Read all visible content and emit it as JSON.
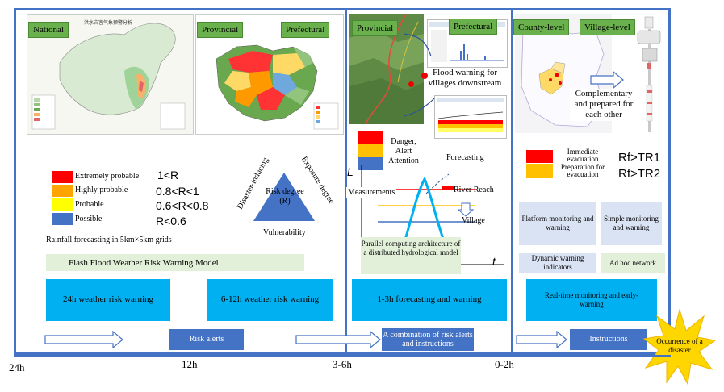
{
  "levels": {
    "national": "National",
    "provincial_a": "Provincial",
    "prefectural_a": "Prefectural",
    "provincial_b": "Provincial",
    "prefectural_b": "Prefectural",
    "county": "County-level",
    "village": "Village-level"
  },
  "risk_legend": [
    {
      "label": "Extremely probable",
      "formula": "1<R",
      "color": "#ff0000"
    },
    {
      "label": "Highly probable",
      "formula": "0.8<R<1",
      "color": "#ffa500"
    },
    {
      "label": "Probable",
      "formula": "0.6<R<0.8",
      "color": "#ffff00"
    },
    {
      "label": "Possible",
      "formula": "R<0.6",
      "color": "#4472c4"
    }
  ],
  "rainfall_note": "Rainfall forecasting in 5km×5km grids",
  "triangle": {
    "center": "Risk degree (R)",
    "left": "Disaster-inducing",
    "right": "Exposure degree",
    "bottom": "Vulnerability"
  },
  "model_bar": "Flash Flood Weather Risk Warning Model",
  "boxes": {
    "w24": "24h weather risk warning",
    "w612": "6-12h weather risk warning",
    "f13": "1-3h forecasting and warning",
    "realtime": "Real-time monitoring and early-warning"
  },
  "alerts": {
    "risk_alerts": "Risk alerts",
    "combination": "A combination of risk alerts and instructions",
    "instructions": "Instructions",
    "occurrence": "Occurrence of a disaster"
  },
  "panel3": {
    "flood_warning": "Flood warning for villages downstream",
    "danger_legend": "Danger, Alert Attention",
    "forecasting": "Forecasting",
    "measurements": "Measurements",
    "river_reach": "River Reach",
    "village": "Village",
    "axis_l": "L",
    "axis_t": "t",
    "parallel": "Parallel computing architecture of a distributed hydrological model"
  },
  "panel4": {
    "complementary": "Complementary and prepared for each other",
    "immediate": "Immediate evacuation",
    "preparation": "Preparation for evacuation",
    "rf1": "Rf>TR1",
    "rf2": "Rf>TR2",
    "platform": "Platform monitoring and warning",
    "simple": "Simple monitoring and warning",
    "dynamic": "Dynamic warning indicators",
    "adhoc": "Ad hoc network"
  },
  "timeline": {
    "t24": "24h",
    "t12": "12h",
    "t36": "3-6h",
    "t02": "0-2h"
  },
  "colors": {
    "frame": "#4472c4",
    "cyan": "#00b0f0",
    "green_tag": "#6ab04c",
    "star": "#ffd700"
  }
}
